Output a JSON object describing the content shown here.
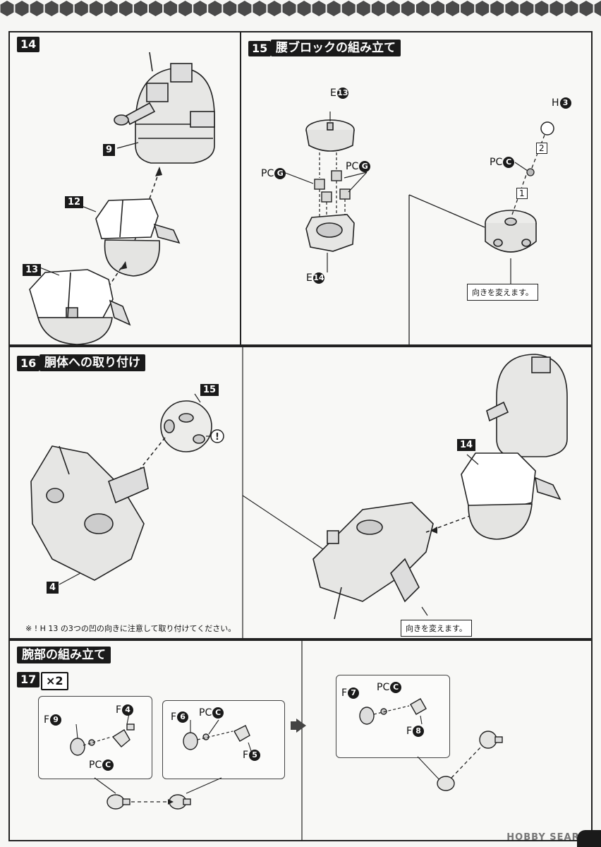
{
  "steps": {
    "s14": {
      "num": "14"
    },
    "s15": {
      "num": "15",
      "title": "腰ブロックの組み立て"
    },
    "s16": {
      "num": "16",
      "title": "胴体への取り付け"
    },
    "s17": {
      "num": "17",
      "multiplier": "×2",
      "section_title": "腕部の組み立て"
    }
  },
  "labels": {
    "part9": "9",
    "part12": "12",
    "part13": "13",
    "part15": "15",
    "part4": "4",
    "part14": "14",
    "E": "E",
    "H": "H",
    "PC": "PC",
    "F": "F",
    "n13": "13",
    "n14": "14",
    "n3": "3",
    "n9": "9",
    "n4": "4",
    "n6": "6",
    "n5": "5",
    "n7": "7",
    "n8": "8",
    "G": "G",
    "C": "C",
    "order1": "1",
    "order2": "2"
  },
  "notes": {
    "rotate1": "向きを変えます。",
    "rotate2": "向きを変えます。",
    "caution": "※ !  H 13 の3つの凹の向きに注意して取り付けてください。",
    "caution_mark": "!"
  },
  "watermark": "HOBBY SEARCH",
  "colors": {
    "ink": "#1a1a1a",
    "paper": "#f8f8f6",
    "line": "#222222"
  }
}
